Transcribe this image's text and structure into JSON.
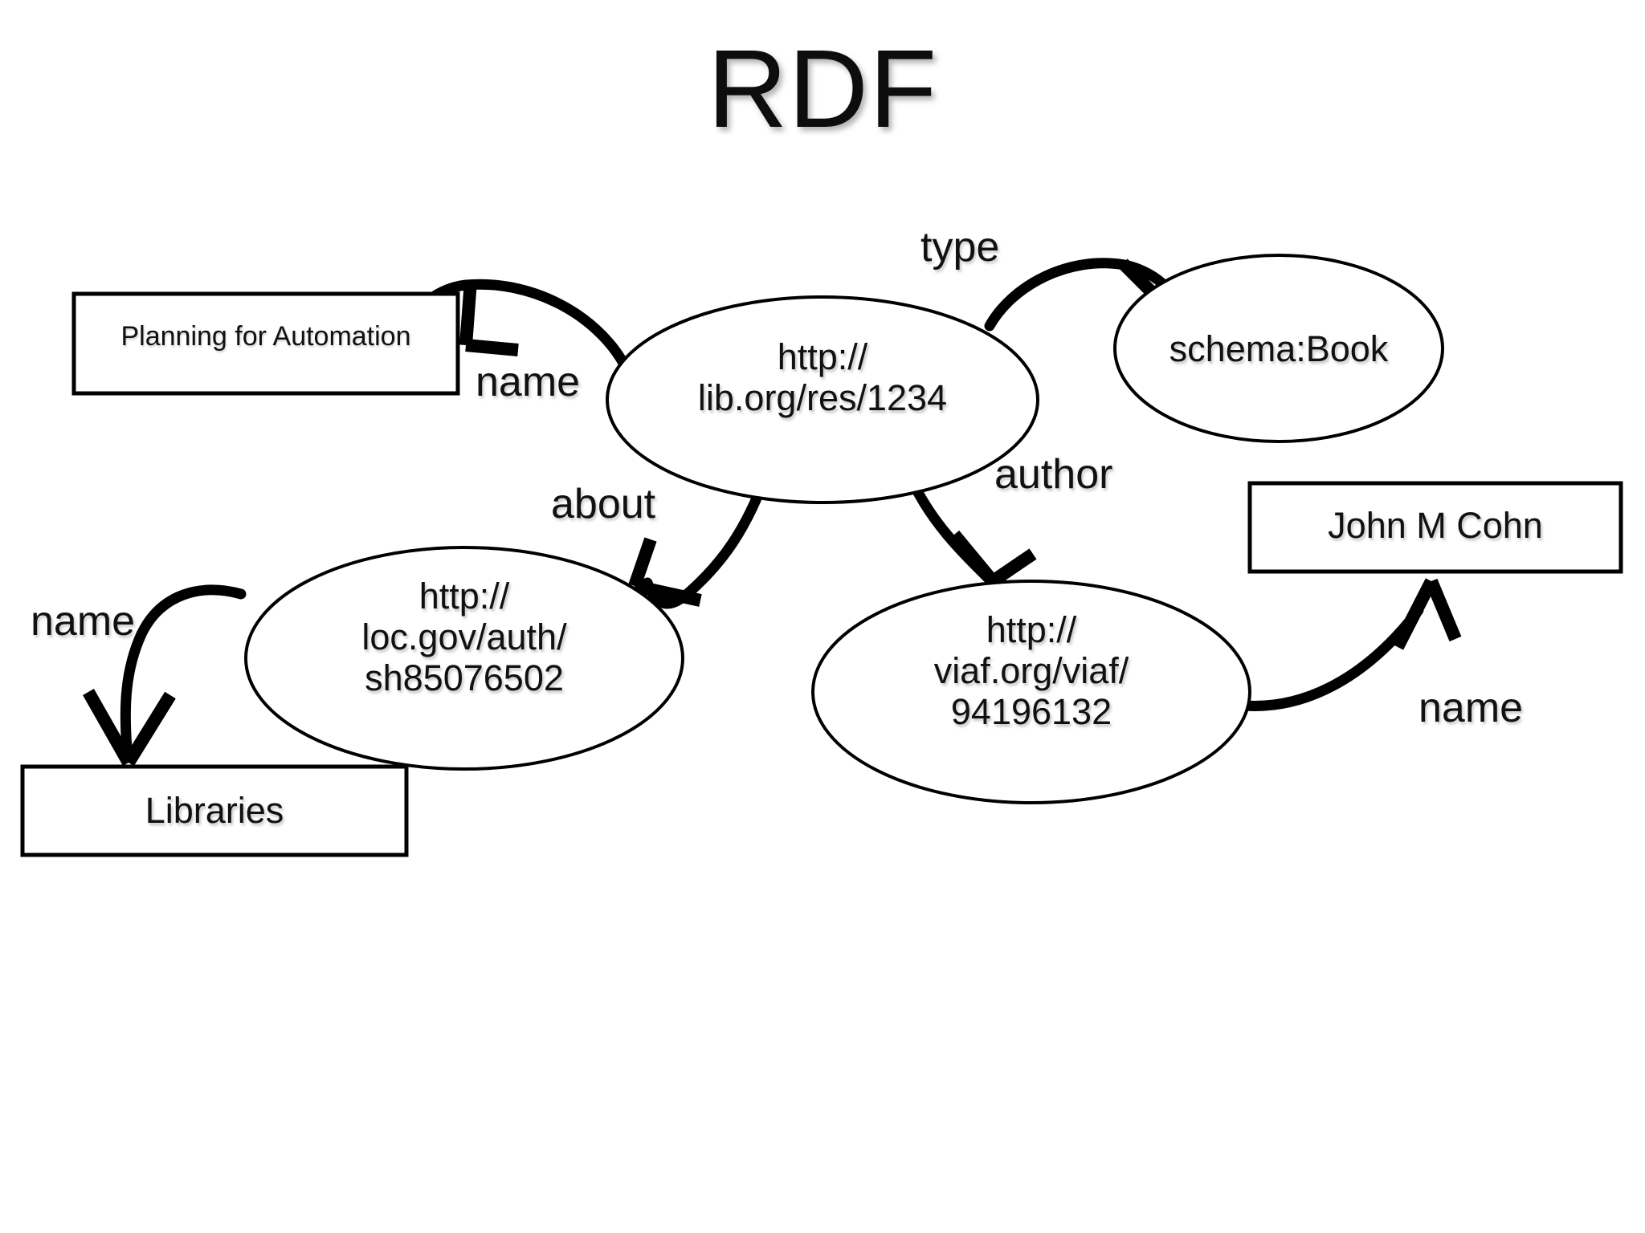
{
  "diagram": {
    "title": "RDF",
    "type": "rdf-graph",
    "background_color": "#ffffff",
    "stroke_color": "#000000",
    "nodes": [
      {
        "id": "resource",
        "shape": "ellipse",
        "lines": [
          "http://",
          "lib.org/res/1234"
        ],
        "text": "http://\nlib.org/res/1234"
      },
      {
        "id": "book-title",
        "shape": "rectangle",
        "text": "Planning for Automation"
      },
      {
        "id": "schema-book",
        "shape": "ellipse",
        "text": "schema:Book"
      },
      {
        "id": "subject",
        "shape": "ellipse",
        "lines": [
          "http://",
          "loc.gov/auth/",
          "sh85076502"
        ],
        "text": "http://\nloc.gov/auth/\nsh85076502"
      },
      {
        "id": "subject-name",
        "shape": "rectangle",
        "text": "Libraries"
      },
      {
        "id": "author-uri",
        "shape": "ellipse",
        "lines": [
          "http://",
          "viaf.org/viaf/",
          "94196132"
        ],
        "text": "http://\nviaf.org/viaf/\n94196132"
      },
      {
        "id": "author-name",
        "shape": "rectangle",
        "text": "John M Cohn"
      }
    ],
    "edges": [
      {
        "id": "edge-name-title",
        "label": "name",
        "from": "resource",
        "to": "book-title"
      },
      {
        "id": "edge-type",
        "label": "type",
        "from": "resource",
        "to": "schema-book"
      },
      {
        "id": "edge-about",
        "label": "about",
        "from": "resource",
        "to": "subject"
      },
      {
        "id": "edge-author",
        "label": "author",
        "from": "resource",
        "to": "author-uri"
      },
      {
        "id": "edge-name-subj",
        "label": "name",
        "from": "subject",
        "to": "subject-name"
      },
      {
        "id": "edge-name-author",
        "label": "name",
        "from": "author-uri",
        "to": "author-name"
      }
    ]
  }
}
